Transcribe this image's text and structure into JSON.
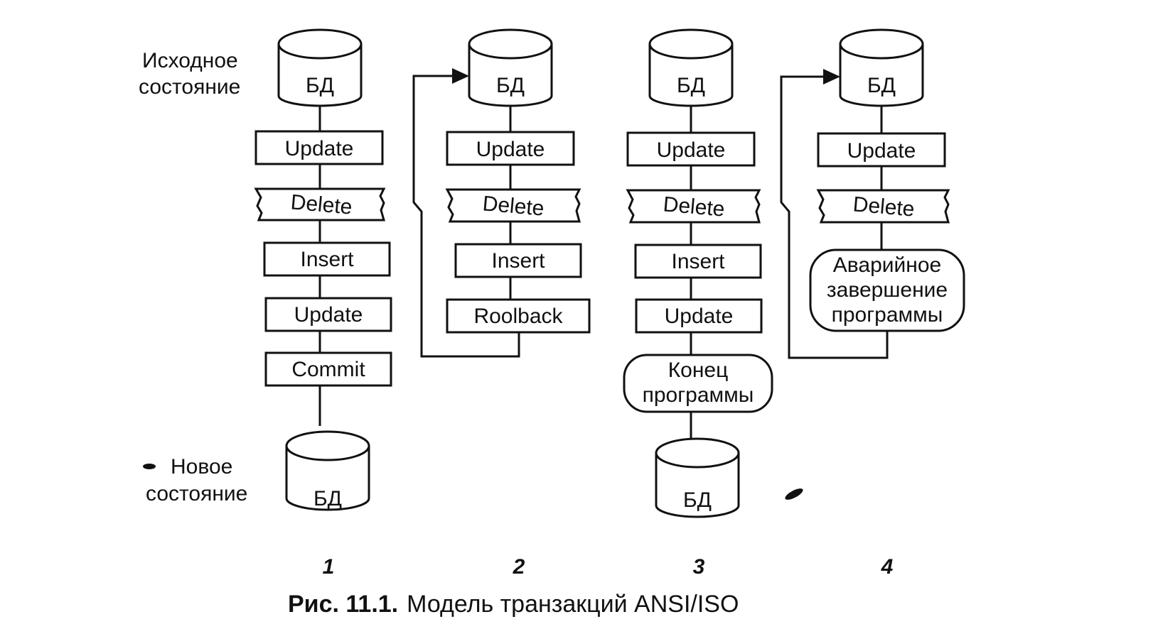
{
  "db_label": "БД",
  "labels": {
    "initial_line1": "Исходное",
    "initial_line2": "состояние",
    "new_line1": "Новое",
    "new_line2": "состояние"
  },
  "columns": [
    {
      "number": "1",
      "steps": [
        "Update",
        "Delete",
        "Insert",
        "Update",
        "Commit"
      ],
      "end": "new-db"
    },
    {
      "number": "2",
      "steps": [
        "Update",
        "Delete",
        "Insert",
        "Roolback"
      ],
      "end": "return-to-start"
    },
    {
      "number": "3",
      "steps": [
        "Update",
        "Delete",
        "Insert",
        "Update"
      ],
      "terminal": [
        "Конец",
        "программы"
      ],
      "end": "new-db"
    },
    {
      "number": "4",
      "steps": [
        "Update",
        "Delete"
      ],
      "terminal": [
        "Аварийное",
        "завершение",
        "программы"
      ],
      "end": "return-to-start"
    }
  ],
  "caption": {
    "prefix": "Рис. 11.1.",
    "text": "Модель транзакций ANSI/ISO"
  }
}
